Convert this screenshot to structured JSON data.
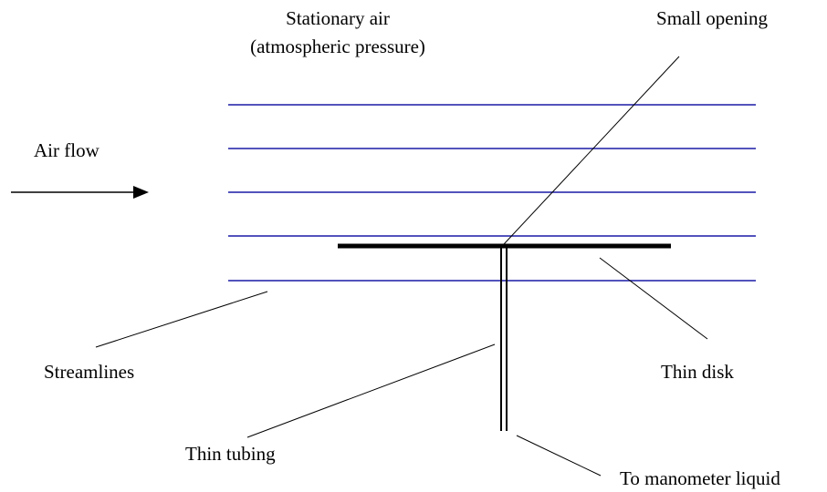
{
  "diagram": {
    "labels": {
      "stationary_air_line1": "Stationary air",
      "stationary_air_line2": "(atmospheric pressure)",
      "small_opening": "Small opening",
      "air_flow": "Air flow",
      "streamlines": "Streamlines",
      "thin_disk": "Thin disk",
      "thin_tubing": "Thin tubing",
      "to_manometer": "To manometer liquid"
    },
    "colors": {
      "streamline": "#1a1aa6",
      "ink": "#000000"
    }
  }
}
